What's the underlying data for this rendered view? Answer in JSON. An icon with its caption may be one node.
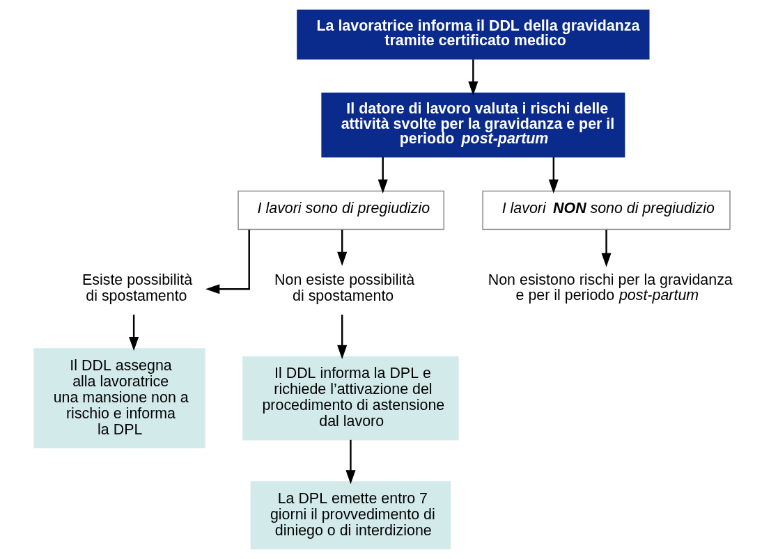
{
  "diagram": {
    "nodes": [
      {
        "text": [
          "La lavoratrice informa il DDL della gravidanza tramite certificato medico"
        ]
      },
      {
        "text": [
          "Il datore di lavoro valuta i rischi delle attività svolte per la gravidanza e per il periodo *post-partum*"
        ]
      },
      {
        "text": [
          "I lavori sono di pregiudizio"
        ]
      },
      {
        "text": [
          "I lavori **NON** sono di pregiudizio"
        ]
      },
      {
        "text": [
          "Esiste possibilità di spostamento"
        ]
      },
      {
        "text": [
          "Non esiste possibilità di spostamento"
        ]
      },
      {
        "text": [
          "Non esistono rischi per la gravidanza e per il periodo *post-partum*"
        ]
      },
      {
        "text": [
          "Il DDL assegna alla lavoratrice una mansione non a rischio e informa la DPL"
        ]
      },
      {
        "text": [
          "Il DDL informa la DPL e richiede l’attivazione del procedimento di astensione dal lavoro"
        ]
      },
      {
        "text": [
          "La DPL emette entro 7 giorni il provvedimento di diniego o di interdizione"
        ]
      }
    ],
    "edges": [
      {
        "from": 0,
        "to": 1,
        "arrow": "to"
      },
      {
        "from": 1,
        "to": 2,
        "arrow": "to"
      },
      {
        "from": 1,
        "to": 3,
        "arrow": "to"
      },
      {
        "from": 2,
        "to": 4,
        "arrow": "to"
      },
      {
        "from": 2,
        "to": 5,
        "arrow": "to"
      },
      {
        "from": 3,
        "to": 6,
        "arrow": "to"
      },
      {
        "from": 4,
        "to": 7,
        "arrow": "to"
      },
      {
        "from": 5,
        "to": 8,
        "arrow": "to"
      },
      {
        "from": 8,
        "to": 9,
        "arrow": "to"
      }
    ]
  }
}
